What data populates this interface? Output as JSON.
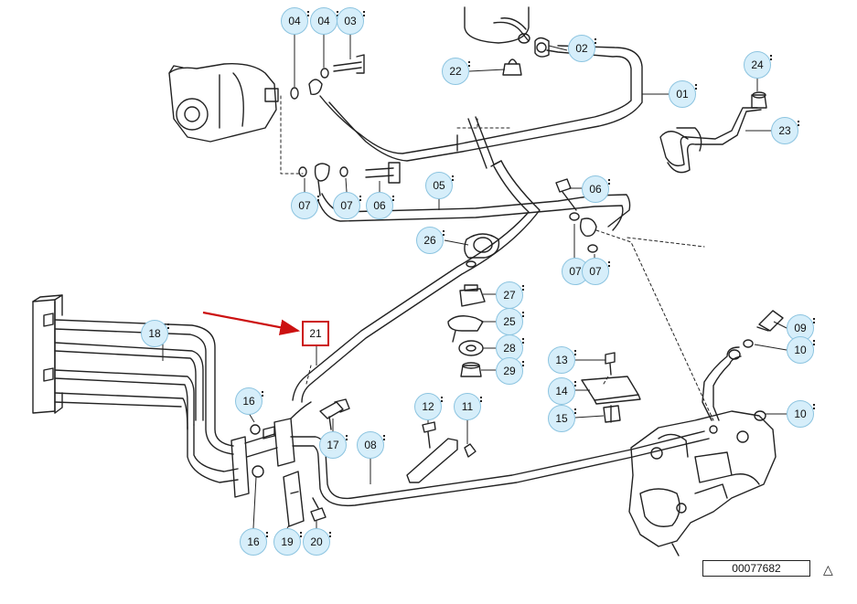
{
  "diagram": {
    "document_number": "00077682",
    "highlighted_part": "21",
    "callouts": {
      "c04a": "04",
      "c04b": "04",
      "c03": "03",
      "c02": "02",
      "c22": "22",
      "c01": "01",
      "c24": "24",
      "c23": "23",
      "c07a": "07",
      "c07b": "07",
      "c06a": "06",
      "c05": "05",
      "c06b": "06",
      "c07c": "07",
      "c07d": "07",
      "c26": "26",
      "c27": "27",
      "c25": "25",
      "c28": "28",
      "c29": "29",
      "c18": "18",
      "c21": "21",
      "c09": "09",
      "c10a": "10",
      "c13": "13",
      "c14": "14",
      "c15": "15",
      "c10b": "10",
      "c16a": "16",
      "c12": "12",
      "c11": "11",
      "c17": "17",
      "c08": "08",
      "c16b": "16",
      "c19": "19",
      "c20": "20"
    }
  }
}
